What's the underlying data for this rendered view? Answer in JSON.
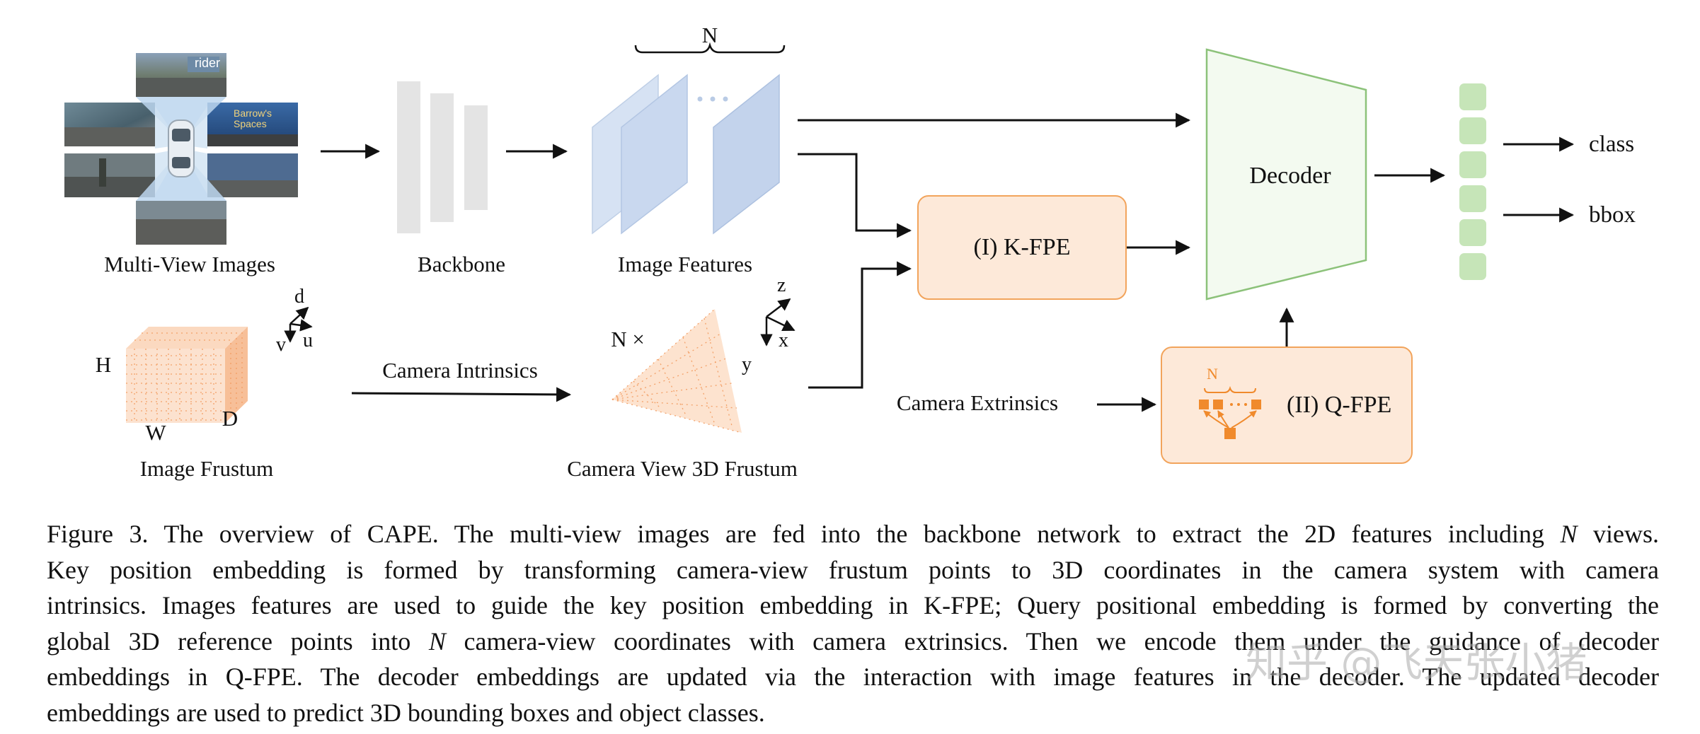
{
  "labels": {
    "multi_view_images": "Multi-View Images",
    "backbone": "Backbone",
    "image_features": "Image Features",
    "n_top": "N",
    "image_frustum": "Image Frustum",
    "camera_intrinsics": "Camera Intrinsics",
    "camera_view_3d_frustum": "Camera View 3D Frustum",
    "n_times": "N ×",
    "camera_extrinsics": "Camera Extrinsics",
    "k_fpe": "(I) K-FPE",
    "q_fpe": "(II) Q-FPE",
    "q_fpe_n": "N",
    "decoder": "Decoder",
    "class": "class",
    "bbox": "bbox",
    "frustum_h": "H",
    "frustum_w": "W",
    "frustum_d": "D",
    "axis_d": "d",
    "axis_v": "v",
    "axis_u": "u",
    "axis_z": "z",
    "axis_x": "x",
    "axis_y": "y",
    "camera_signs": [
      "rider",
      "Barrow's",
      "Spaces"
    ]
  },
  "caption_lines": [
    "Figure 3. The overview of CAPE. The multi-view images are fed into the backbone network to extract the 2D features including N views.",
    "Key position embedding is formed by transforming camera-view frustum points to 3D coordinates in the camera system with camera",
    "intrinsics. Images features are used to guide the key position embedding in K-FPE; Query positional embedding is formed by converting the",
    "global 3D reference points into N camera-view coordinates with camera extrinsics. Then we encode them under the guidance of decoder",
    "embeddings in Q-FPE. The decoder embeddings are updated via the interaction with image features in the decoder. The updated decoder",
    "embeddings are used to predict 3D bounding boxes and object classes."
  ],
  "watermark": "知乎 @飞天张小猪",
  "colors": {
    "feature_plane": "#c9d8ef",
    "backbone": "#e4e4e4",
    "box_fill": "#fde9d9",
    "box_stroke": "#f2a45c",
    "decoder_fill": "#f3faf0",
    "decoder_stroke": "#8cc27a",
    "query_block": "#c6e5b8",
    "frustum_orange": "#f4a46a"
  }
}
